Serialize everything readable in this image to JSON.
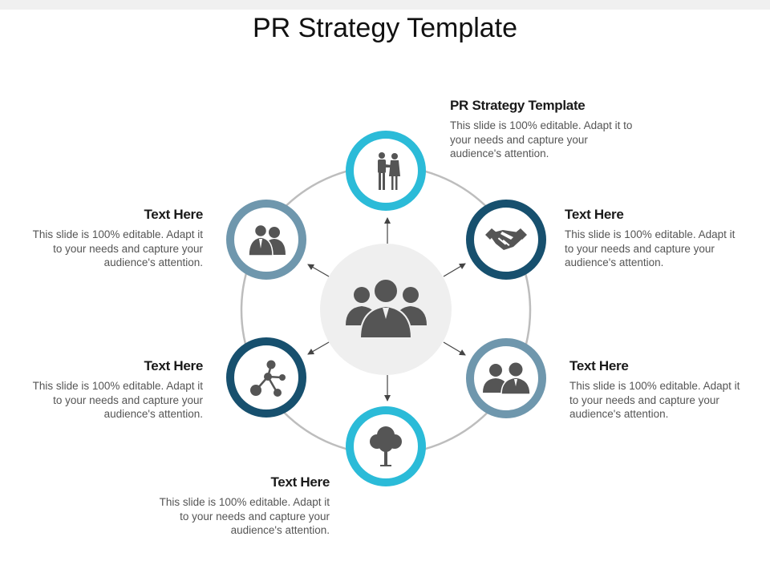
{
  "title": "PR Strategy Template",
  "colors": {
    "cyan": "#2bbbd8",
    "navy": "#17506e",
    "steel": "#6f97ad",
    "icon": "#555555",
    "hub": "#efefef",
    "ring": "#bdbdbd"
  },
  "nodes": [
    {
      "icon": "business-couple-icon",
      "color": "cyan",
      "heading": "PR Strategy Template",
      "body": "This slide is 100% editable. Adapt it to your needs and capture your audience's attention."
    },
    {
      "icon": "handshake-icon",
      "color": "navy",
      "heading": "Text Here",
      "body": "This slide is 100% editable. Adapt it to your needs and capture your audience's attention."
    },
    {
      "icon": "two-people-icon",
      "color": "steel",
      "heading": "Text Here",
      "body": "This slide is 100% editable. Adapt it to your needs and capture your audience's attention."
    },
    {
      "icon": "tree-icon",
      "color": "cyan",
      "heading": "Text Here",
      "body": "This slide is 100% editable. Adapt it to your needs and capture your audience's attention."
    },
    {
      "icon": "molecule-icon",
      "color": "navy",
      "heading": "Text Here",
      "body": "This slide is 100% editable. Adapt it to your needs and capture your audience's attention."
    },
    {
      "icon": "team-pair-icon",
      "color": "steel",
      "heading": "Text Here",
      "body": "This slide is 100% editable. Adapt it to your needs and capture your audience's attention."
    }
  ],
  "hub": {
    "icon": "group-people-icon"
  }
}
